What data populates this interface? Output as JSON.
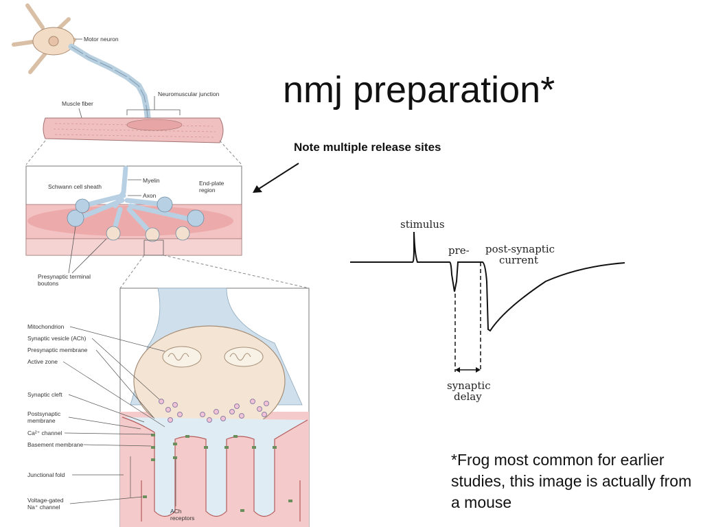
{
  "slide": {
    "title": "nmj preparation*",
    "note": "Note multiple release sites",
    "footnote": "*Frog most common for earlier studies, this image is actually from a mouse"
  },
  "diagram": {
    "top_labels": {
      "motor_neuron": "Motor neuron",
      "neuromuscular_junction": "Neuromuscular junction",
      "muscle_fiber": "Muscle fiber"
    },
    "middle_labels": {
      "myelin": "Myelin",
      "axon": "Axon",
      "schwann": "Schwann cell sheath",
      "endplate_1": "End-plate",
      "endplate_2": "region",
      "boutons_1": "Presynaptic terminal",
      "boutons_2": "boutons"
    },
    "detail_labels": {
      "mitochondrion": "Mitochondrion",
      "vesicle": "Synaptic vesicle (ACh)",
      "presyn_membrane": "Presynaptic membrane",
      "active_zone": "Active zone",
      "cleft": "Synaptic cleft",
      "postsyn_1": "Postsynaptic",
      "postsyn_2": "membrane",
      "ca_channel": "Ca²⁺ channel",
      "basement": "Basement membrane",
      "junctional_fold": "Junctional fold",
      "na_1": "Voltage-gated",
      "na_2": "Na⁺ channel",
      "ach_1": "ACh",
      "ach_2": "receptors"
    },
    "trace_labels": {
      "stimulus": "stimulus",
      "pre": "pre-",
      "post_1": "post-synaptic",
      "post_2": "current",
      "delay_1": "synaptic",
      "delay_2": "delay"
    }
  }
}
